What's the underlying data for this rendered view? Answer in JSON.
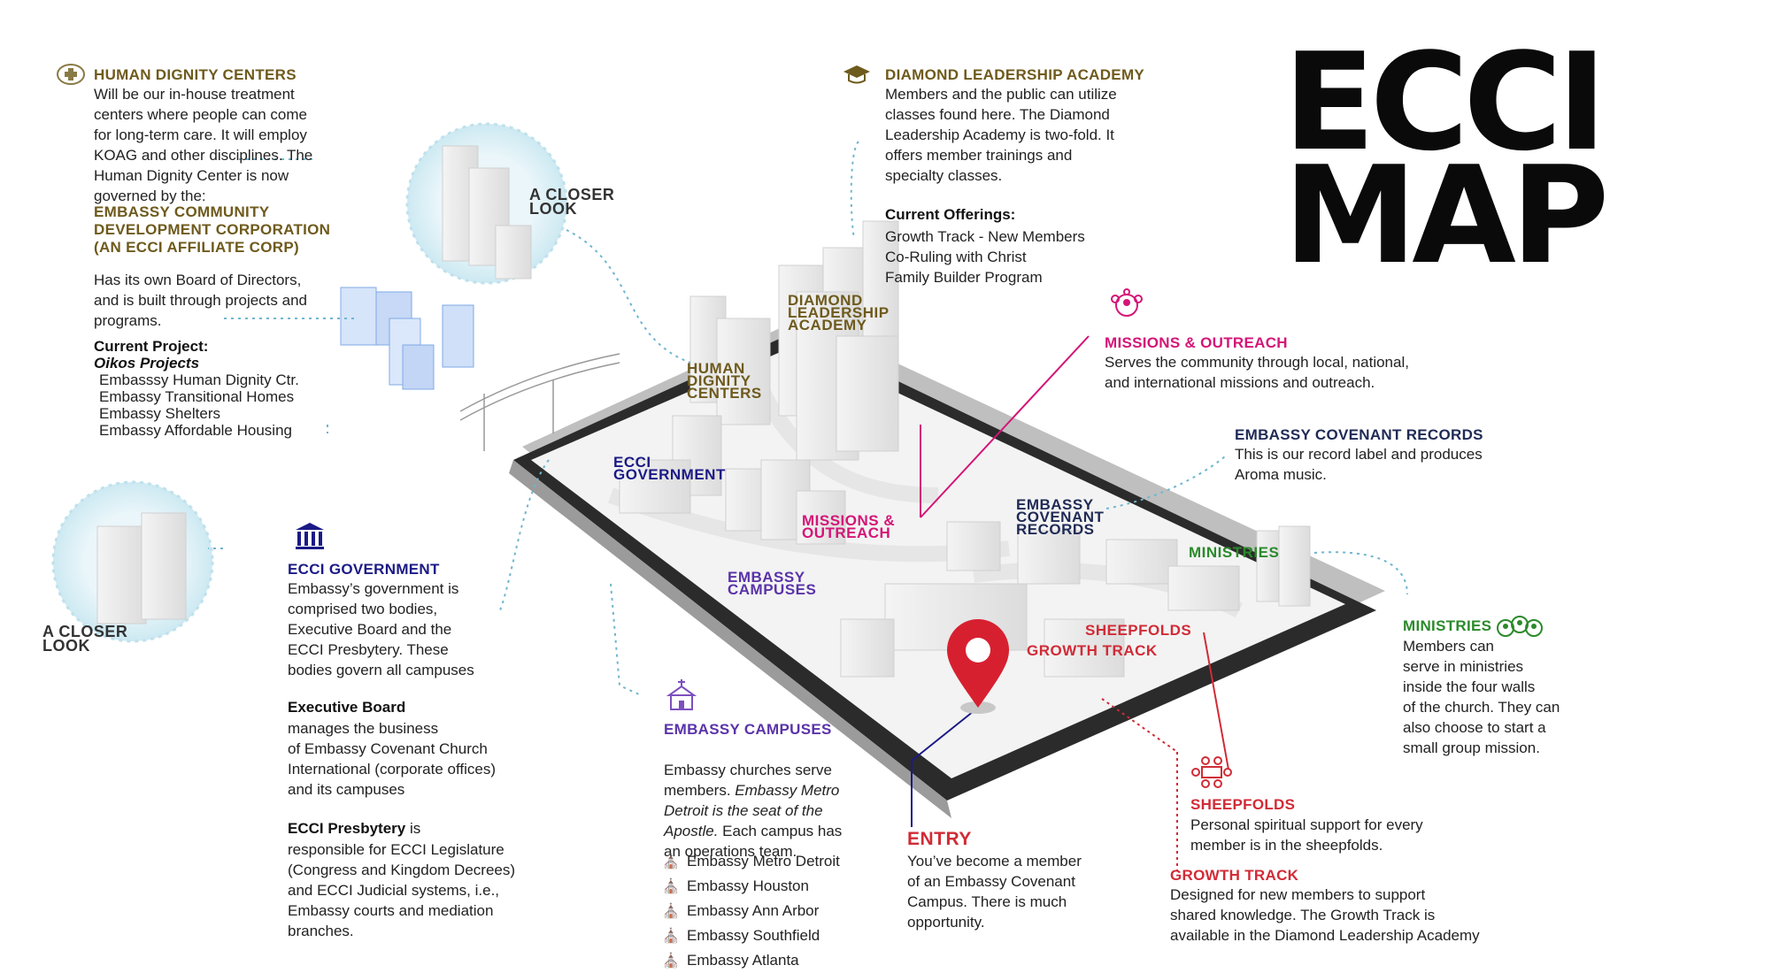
{
  "title": "ECCI\nMAP",
  "human_dignity": {
    "heading": "HUMAN DIGNITY CENTERS",
    "body": "Will be our in-house treatment\ncenters where people can come\nfor long-term care. It will employ\nKOAG and other disciplines. The\nHuman Dignity Center is now\ngoverned by the:",
    "corp_heading": "EMBASSY COMMUNITY\nDEVELOPMENT CORPORATION\n(AN ECCI AFFILIATE CORP)",
    "corp_body": "Has its own Board of Directors,\nand is built through projects and\nprograms.",
    "project_label": "Current Project:",
    "project_name": "Oikos Projects",
    "projects": [
      "Embasssy Human Dignity Ctr.",
      "Embassy Transitional Homes",
      "Embassy Shelters",
      "Embassy Affordable Housing"
    ]
  },
  "closer_look_top": "A CLOSER\nLOOK",
  "closer_look_left": "A CLOSER\nLOOK",
  "diamond": {
    "heading": "DIAMOND LEADERSHIP ACADEMY",
    "body": "Members and the public can utilize\nclasses found here. The Diamond\nLeadership Academy is two-fold. It\noffers member trainings and\nspecialty classes.",
    "offer_label": "Current Offerings:",
    "offerings": [
      "Growth Track - New Members",
      "Co-Ruling with Christ",
      "Family Builder Program"
    ]
  },
  "missions": {
    "heading": "MISSIONS & OUTREACH",
    "body": "Serves the community through local, national,\nand international missions and outreach."
  },
  "records": {
    "heading": "EMBASSY COVENANT RECORDS",
    "body": "This is our record label and produces\nAroma music."
  },
  "government": {
    "heading": "ECCI GOVERNMENT",
    "body": "Embassy’s government is\ncomprised two bodies,\nExecutive Board and the\nECCI Presbytery. These\nbodies govern all campuses",
    "exec_label": "Executive Board",
    "exec_body": "manages the business\nof Embassy Covenant Church\nInternational (corporate offices)\nand its campuses",
    "presb_label": "ECCI Presbytery",
    "presb_tail": " is",
    "presb_body": "responsible for ECCI Legislature\n(Congress and Kingdom Decrees)\nand ECCI Judicial systems, i.e.,\nEmbassy courts and mediation\nbranches."
  },
  "campuses": {
    "heading": "EMBASSY CAMPUSES",
    "body_1": "Embassy churches serve\nmembers. ",
    "body_italic": "Embassy Metro\nDetroit is the seat of the\nApostle.",
    "body_2": " Each campus has\nan operations team.",
    "list": [
      "Embassy Metro Detroit",
      "Embassy Houston",
      "Embassy Ann Arbor",
      "Embassy Southfield",
      "Embassy Atlanta"
    ]
  },
  "entry": {
    "heading": "ENTRY",
    "body": "You’ve become a member\nof  an Embassy Covenant\nCampus. There is much\nopportunity."
  },
  "ministries": {
    "heading": "MINISTRIES",
    "body": "Members can\nserve in ministries\ninside the four walls\nof the church. They can\nalso choose to start a\nsmall group mission."
  },
  "sheepfolds": {
    "heading": "SHEEPFOLDS",
    "body": "Personal spiritual support for every\nmember is in the sheepfolds."
  },
  "growth": {
    "heading": "GROWTH TRACK",
    "body": "Designed for new members to support\nshared knowledge. The Growth Track is\navailable in the Diamond Leadership Academy"
  },
  "map_labels": {
    "diamond": "DIAMOND\nLEADERSHIP\nACADEMY",
    "human": "HUMAN\nDIGNITY\nCENTERS",
    "government": "ECCI\nGOVERNMENT",
    "missions": "MISSIONS &\nOUTREACH",
    "records": "EMBASSY\nCOVENANT\nRECORDS",
    "ministries": "MINISTRIES",
    "campuses": "EMBASSY\nCAMPUSES",
    "sheepfolds": "SHEEPFOLDS",
    "growth": "GROWTH TRACK"
  },
  "colors": {
    "olive": "#6e5a1c",
    "navy": "#1b1a86",
    "magenta": "#d41577",
    "green": "#2b8a2b",
    "purple": "#5a33a8",
    "red": "#d12b36",
    "connector": "#6fb6cf"
  }
}
